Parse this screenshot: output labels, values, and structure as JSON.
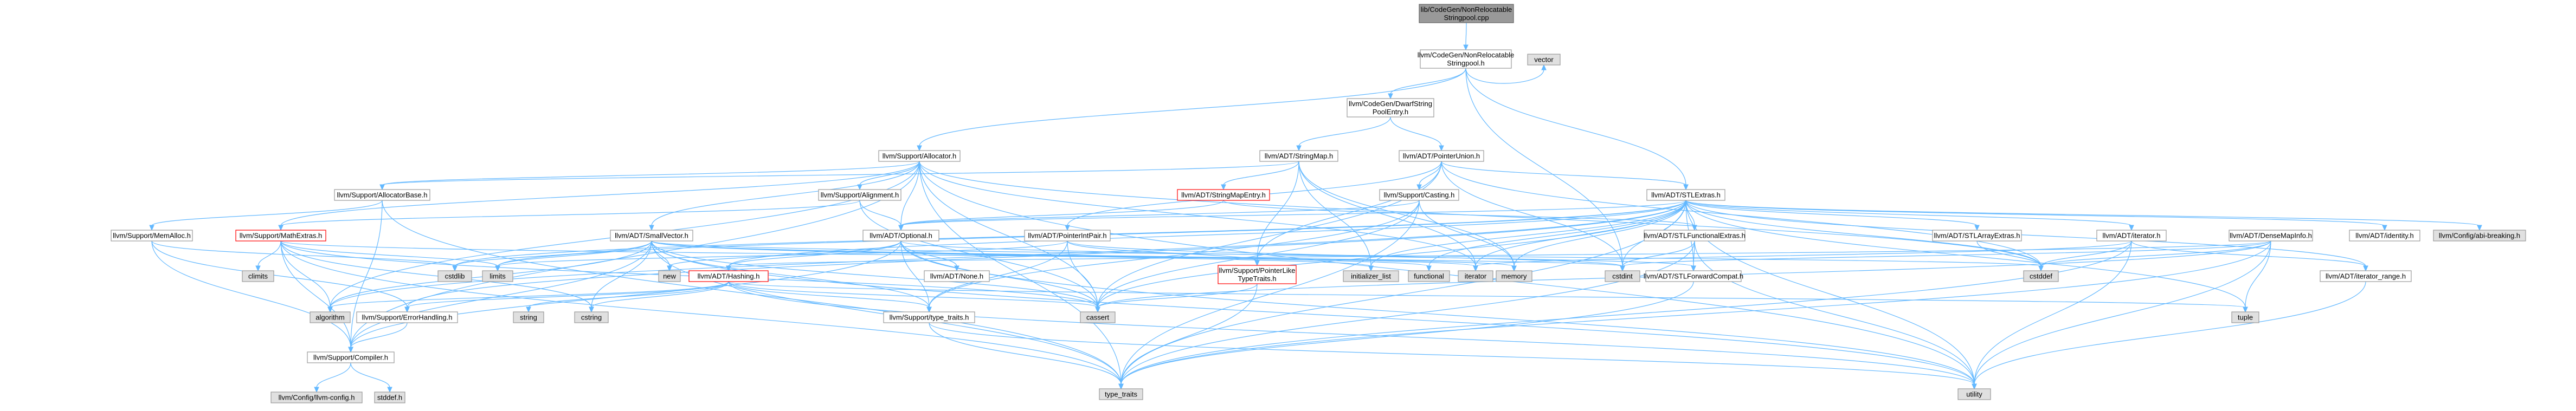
{
  "colors": {
    "root_fill": "#999999",
    "root_border": "#666666",
    "normal_fill": "#ffffff",
    "normal_border": "#999999",
    "red_border": "#ff0000",
    "external_fill": "#e0e0e0",
    "external_border": "#999999",
    "edge": "#63b8ff"
  },
  "nodes": [
    {
      "id": "root",
      "kind": "root",
      "lines": [
        "lib/CodeGen/NonRelocatable",
        "Stringpool.cpp"
      ]
    },
    {
      "id": "nrsp_h",
      "kind": "normal",
      "lines": [
        "llvm/CodeGen/NonRelocatable",
        "Stringpool.h"
      ]
    },
    {
      "id": "vector",
      "kind": "external",
      "lines": [
        "vector"
      ]
    },
    {
      "id": "dwarf_entry",
      "kind": "normal",
      "lines": [
        "llvm/CodeGen/DwarfString",
        "PoolEntry.h"
      ]
    },
    {
      "id": "allocator",
      "kind": "normal",
      "lines": [
        "llvm/Support/Allocator.h"
      ]
    },
    {
      "id": "stringmap",
      "kind": "normal",
      "lines": [
        "llvm/ADT/StringMap.h"
      ]
    },
    {
      "id": "pointerunion",
      "kind": "normal",
      "lines": [
        "llvm/ADT/PointerUnion.h"
      ]
    },
    {
      "id": "allocatorbase",
      "kind": "normal",
      "lines": [
        "llvm/Support/AllocatorBase.h"
      ]
    },
    {
      "id": "alignment",
      "kind": "normal",
      "lines": [
        "llvm/Support/Alignment.h"
      ]
    },
    {
      "id": "stringmapentry",
      "kind": "red",
      "lines": [
        "llvm/ADT/StringMapEntry.h"
      ]
    },
    {
      "id": "casting",
      "kind": "normal",
      "lines": [
        "llvm/Support/Casting.h"
      ]
    },
    {
      "id": "stlextras",
      "kind": "normal",
      "lines": [
        "llvm/ADT/STLExtras.h"
      ]
    },
    {
      "id": "memalloc",
      "kind": "normal",
      "lines": [
        "llvm/Support/MemAlloc.h"
      ]
    },
    {
      "id": "mathextras",
      "kind": "red",
      "lines": [
        "llvm/Support/MathExtras.h"
      ]
    },
    {
      "id": "smallvector",
      "kind": "normal",
      "lines": [
        "llvm/ADT/SmallVector.h"
      ]
    },
    {
      "id": "optional",
      "kind": "normal",
      "lines": [
        "llvm/ADT/Optional.h"
      ]
    },
    {
      "id": "pointerintpair",
      "kind": "normal",
      "lines": [
        "llvm/ADT/PointerIntPair.h"
      ]
    },
    {
      "id": "stlfunctional",
      "kind": "normal",
      "lines": [
        "llvm/ADT/STLFunctionalExtras.h"
      ]
    },
    {
      "id": "stlarray",
      "kind": "normal",
      "lines": [
        "llvm/ADT/STLArrayExtras.h"
      ]
    },
    {
      "id": "iterator_h",
      "kind": "normal",
      "lines": [
        "llvm/ADT/iterator.h"
      ]
    },
    {
      "id": "densemapinfo",
      "kind": "normal",
      "lines": [
        "llvm/ADT/DenseMapInfo.h"
      ]
    },
    {
      "id": "identity",
      "kind": "normal",
      "lines": [
        "llvm/ADT/identity.h"
      ]
    },
    {
      "id": "abibreaking",
      "kind": "external",
      "lines": [
        "llvm/Config/abi-breaking.h"
      ]
    },
    {
      "id": "climits",
      "kind": "external",
      "lines": [
        "climits"
      ]
    },
    {
      "id": "cstdlib",
      "kind": "external",
      "lines": [
        "cstdlib"
      ]
    },
    {
      "id": "limits",
      "kind": "external",
      "lines": [
        "limits"
      ]
    },
    {
      "id": "new",
      "kind": "external",
      "lines": [
        "new"
      ]
    },
    {
      "id": "hashing",
      "kind": "red",
      "lines": [
        "llvm/ADT/Hashing.h"
      ]
    },
    {
      "id": "none",
      "kind": "normal",
      "lines": [
        "llvm/ADT/None.h"
      ]
    },
    {
      "id": "pointerlike",
      "kind": "red",
      "lines": [
        "llvm/Support/PointerLike",
        "TypeTraits.h"
      ]
    },
    {
      "id": "initializer_list",
      "kind": "external",
      "lines": [
        "initializer_list"
      ]
    },
    {
      "id": "functional",
      "kind": "external",
      "lines": [
        "functional"
      ]
    },
    {
      "id": "iterator",
      "kind": "external",
      "lines": [
        "iterator"
      ]
    },
    {
      "id": "memory",
      "kind": "external",
      "lines": [
        "memory"
      ]
    },
    {
      "id": "cstdint",
      "kind": "external",
      "lines": [
        "cstdint"
      ]
    },
    {
      "id": "stlforward",
      "kind": "normal",
      "lines": [
        "llvm/ADT/STLForwardCompat.h"
      ]
    },
    {
      "id": "cstddef",
      "kind": "external",
      "lines": [
        "cstddef"
      ]
    },
    {
      "id": "iterator_range",
      "kind": "normal",
      "lines": [
        "llvm/ADT/iterator_range.h"
      ]
    },
    {
      "id": "algorithm",
      "kind": "external",
      "lines": [
        "algorithm"
      ]
    },
    {
      "id": "string",
      "kind": "external",
      "lines": [
        "string"
      ]
    },
    {
      "id": "cstring",
      "kind": "external",
      "lines": [
        "cstring"
      ]
    },
    {
      "id": "errorhandling",
      "kind": "normal",
      "lines": [
        "llvm/Support/ErrorHandling.h"
      ]
    },
    {
      "id": "cassert",
      "kind": "external",
      "lines": [
        "cassert"
      ]
    },
    {
      "id": "type_traits_llvm",
      "kind": "normal",
      "lines": [
        "llvm/Support/type_traits.h"
      ]
    },
    {
      "id": "tuple",
      "kind": "external",
      "lines": [
        "tuple"
      ]
    },
    {
      "id": "compiler",
      "kind": "normal",
      "lines": [
        "llvm/Support/Compiler.h"
      ]
    },
    {
      "id": "type_traits",
      "kind": "external",
      "lines": [
        "type_traits"
      ]
    },
    {
      "id": "utility",
      "kind": "external",
      "lines": [
        "utility"
      ]
    },
    {
      "id": "llvm_config",
      "kind": "external",
      "lines": [
        "llvm/Config/llvm-config.h"
      ]
    },
    {
      "id": "stddef",
      "kind": "external",
      "lines": [
        "stddef.h"
      ]
    }
  ],
  "edges": [
    [
      "root",
      "nrsp_h"
    ],
    [
      "nrsp_h",
      "vector"
    ],
    [
      "nrsp_h",
      "dwarf_entry"
    ],
    [
      "nrsp_h",
      "allocator"
    ],
    [
      "nrsp_h",
      "stlextras"
    ],
    [
      "nrsp_h",
      "cstdint"
    ],
    [
      "dwarf_entry",
      "stringmap"
    ],
    [
      "dwarf_entry",
      "pointerunion"
    ],
    [
      "allocator",
      "allocatorbase"
    ],
    [
      "allocator",
      "alignment"
    ],
    [
      "allocator",
      "mathextras"
    ],
    [
      "allocator",
      "compiler"
    ],
    [
      "allocator",
      "cassert"
    ],
    [
      "allocator",
      "optional"
    ],
    [
      "allocator",
      "smallvector"
    ],
    [
      "allocator",
      "cstddef"
    ],
    [
      "allocator",
      "algorithm"
    ],
    [
      "allocator",
      "iterator"
    ],
    [
      "allocator",
      "type_traits"
    ],
    [
      "allocator",
      "utility"
    ],
    [
      "stringmap",
      "stringmapentry"
    ],
    [
      "stringmap",
      "allocatorbase"
    ],
    [
      "stringmap",
      "pointerlike"
    ],
    [
      "stringmap",
      "initializer_list"
    ],
    [
      "stringmap",
      "iterator"
    ],
    [
      "stringmap",
      "memory"
    ],
    [
      "pointerunion",
      "casting"
    ],
    [
      "pointerunion",
      "pointerintpair"
    ],
    [
      "pointerunion",
      "pointerlike"
    ],
    [
      "pointerunion",
      "stlextras"
    ],
    [
      "pointerunion",
      "cassert"
    ],
    [
      "pointerunion",
      "cstddef"
    ],
    [
      "pointerunion",
      "cstdint"
    ],
    [
      "allocatorbase",
      "compiler"
    ],
    [
      "allocatorbase",
      "memalloc"
    ],
    [
      "allocatorbase",
      "type_traits"
    ],
    [
      "alignment",
      "mathextras"
    ],
    [
      "alignment",
      "optional"
    ],
    [
      "alignment",
      "cassert"
    ],
    [
      "stringmapentry",
      "optional"
    ],
    [
      "stringmapentry",
      "stlfunctional"
    ],
    [
      "casting",
      "optional"
    ],
    [
      "casting",
      "type_traits_llvm"
    ],
    [
      "casting",
      "cassert"
    ],
    [
      "casting",
      "memory"
    ],
    [
      "casting",
      "type_traits"
    ],
    [
      "stlextras",
      "hashing"
    ],
    [
      "stlextras",
      "optional"
    ],
    [
      "stlextras",
      "stlarray"
    ],
    [
      "stlextras",
      "stlforward"
    ],
    [
      "stlextras",
      "stlfunctional"
    ],
    [
      "stlextras",
      "identity"
    ],
    [
      "stlextras",
      "iterator_h"
    ],
    [
      "stlextras",
      "iterator_range"
    ],
    [
      "stlextras",
      "abibreaking"
    ],
    [
      "stlextras",
      "errorhandling"
    ],
    [
      "stlextras",
      "algorithm"
    ],
    [
      "stlextras",
      "cassert"
    ],
    [
      "stlextras",
      "cstddef"
    ],
    [
      "stlextras",
      "cstdint"
    ],
    [
      "stlextras",
      "cstdlib"
    ],
    [
      "stlextras",
      "functional"
    ],
    [
      "stlextras",
      "initializer_list"
    ],
    [
      "stlextras",
      "iterator"
    ],
    [
      "stlextras",
      "limits"
    ],
    [
      "stlextras",
      "memory"
    ],
    [
      "stlextras",
      "tuple"
    ],
    [
      "stlextras",
      "type_traits"
    ],
    [
      "stlextras",
      "utility"
    ],
    [
      "memalloc",
      "compiler"
    ],
    [
      "memalloc",
      "errorhandling"
    ],
    [
      "memalloc",
      "cstdlib"
    ],
    [
      "mathextras",
      "compiler"
    ],
    [
      "mathextras",
      "climits"
    ],
    [
      "mathextras",
      "algorithm"
    ],
    [
      "mathextras",
      "cassert"
    ],
    [
      "mathextras",
      "cstdint"
    ],
    [
      "mathextras",
      "cstring"
    ],
    [
      "mathextras",
      "limits"
    ],
    [
      "mathextras",
      "type_traits"
    ],
    [
      "smallvector",
      "compiler"
    ],
    [
      "smallvector",
      "type_traits_llvm"
    ],
    [
      "smallvector",
      "algorithm"
    ],
    [
      "smallvector",
      "cassert"
    ],
    [
      "smallvector",
      "cstddef"
    ],
    [
      "smallvector",
      "cstdlib"
    ],
    [
      "smallvector",
      "cstring"
    ],
    [
      "smallvector",
      "functional"
    ],
    [
      "smallvector",
      "initializer_list"
    ],
    [
      "smallvector",
      "iterator"
    ],
    [
      "smallvector",
      "limits"
    ],
    [
      "smallvector",
      "memory"
    ],
    [
      "smallvector",
      "new"
    ],
    [
      "smallvector",
      "type_traits"
    ],
    [
      "smallvector",
      "utility"
    ],
    [
      "optional",
      "hashing"
    ],
    [
      "optional",
      "none"
    ],
    [
      "optional",
      "stlforward"
    ],
    [
      "optional",
      "compiler"
    ],
    [
      "optional",
      "type_traits_llvm"
    ],
    [
      "optional",
      "cassert"
    ],
    [
      "optional",
      "new"
    ],
    [
      "optional",
      "utility"
    ],
    [
      "pointerintpair",
      "pointerlike"
    ],
    [
      "pointerintpair",
      "type_traits_llvm"
    ],
    [
      "pointerintpair",
      "cassert"
    ],
    [
      "pointerintpair",
      "cstdint"
    ],
    [
      "pointerintpair",
      "limits"
    ],
    [
      "stlfunctional",
      "stlforward"
    ],
    [
      "stlfunctional",
      "type_traits"
    ],
    [
      "stlfunctional",
      "utility"
    ],
    [
      "stlfunctional",
      "cstdint"
    ],
    [
      "stlarray",
      "cstddef"
    ],
    [
      "iterator_h",
      "iterator_range"
    ],
    [
      "iterator_h",
      "cstddef"
    ],
    [
      "iterator_h",
      "iterator"
    ],
    [
      "iterator_h",
      "type_traits"
    ],
    [
      "iterator_h",
      "utility"
    ],
    [
      "densemapinfo",
      "hashing"
    ],
    [
      "densemapinfo",
      "cassert"
    ],
    [
      "densemapinfo",
      "cstddef"
    ],
    [
      "densemapinfo",
      "cstdint"
    ],
    [
      "densemapinfo",
      "tuple"
    ],
    [
      "densemapinfo",
      "type_traits"
    ],
    [
      "densemapinfo",
      "utility"
    ],
    [
      "hashing",
      "errorhandling"
    ],
    [
      "hashing",
      "type_traits_llvm"
    ],
    [
      "hashing",
      "algorithm"
    ],
    [
      "hashing",
      "cassert"
    ],
    [
      "hashing",
      "cstring"
    ],
    [
      "hashing",
      "string"
    ],
    [
      "hashing",
      "tuple"
    ],
    [
      "hashing",
      "utility"
    ],
    [
      "pointerlike",
      "type_traits"
    ],
    [
      "pointerlike",
      "cassert"
    ],
    [
      "stlforward",
      "type_traits"
    ],
    [
      "iterator_range",
      "utility"
    ],
    [
      "errorhandling",
      "compiler"
    ],
    [
      "type_traits_llvm",
      "type_traits"
    ],
    [
      "type_traits_llvm",
      "utility"
    ],
    [
      "compiler",
      "llvm_config"
    ],
    [
      "compiler",
      "stddef"
    ]
  ]
}
